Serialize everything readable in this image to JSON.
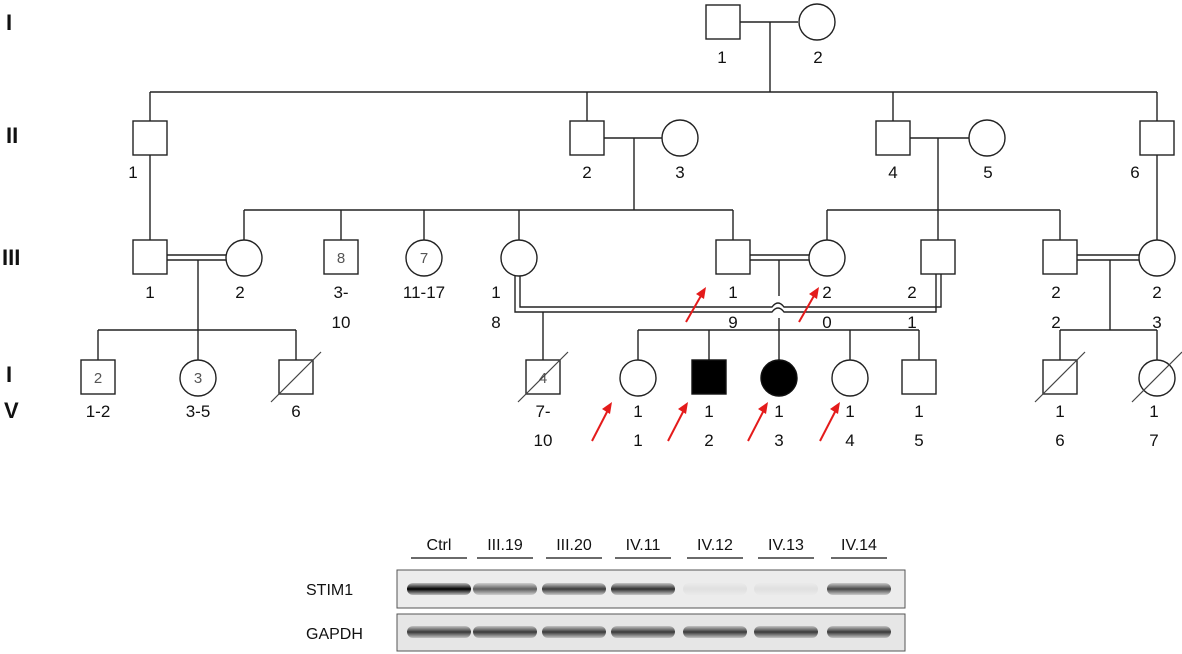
{
  "generations": [
    "I",
    "II",
    "III",
    "I",
    "V"
  ],
  "labels": {
    "I_1": "1",
    "I_2": "2",
    "II_1": "1",
    "II_2": "2",
    "II_3": "3",
    "II_4": "4",
    "II_5": "5",
    "II_6": "6",
    "III_1": "1",
    "III_2": "2",
    "III_3_10": [
      "3-",
      "10"
    ],
    "III_11_17": "11-17",
    "III_18": [
      "1",
      "8"
    ],
    "III_19": [
      "1",
      "9"
    ],
    "III_20": [
      "2",
      "0"
    ],
    "III_21": [
      "2",
      "1"
    ],
    "III_22": [
      "2",
      "2"
    ],
    "III_23": [
      "2",
      "3"
    ],
    "IV_1_2": "1-2",
    "IV_3_5": "3-5",
    "IV_6": "6",
    "IV_7_10": [
      "7-",
      "10"
    ],
    "IV_11": [
      "1",
      "1"
    ],
    "IV_12": [
      "1",
      "2"
    ],
    "IV_13": [
      "1",
      "3"
    ],
    "IV_14": [
      "1",
      "4"
    ],
    "IV_15": [
      "1",
      "5"
    ],
    "IV_16": [
      "1",
      "6"
    ],
    "IV_17": [
      "1",
      "7"
    ]
  },
  "counts": {
    "III_sq": "8",
    "III_ci": "7",
    "IV_sq": "2",
    "IV_ci": "3",
    "IV_dec": "4"
  },
  "blot": {
    "lanes": [
      "Ctrl",
      "III.19",
      "III.20",
      "IV.11",
      "IV.12",
      "IV.13",
      "IV.14"
    ],
    "rows": [
      {
        "name": "STIM1",
        "intensity": [
          1.0,
          0.6,
          0.75,
          0.8,
          0.05,
          0.05,
          0.7
        ]
      },
      {
        "name": "GAPDH",
        "intensity": [
          0.75,
          0.75,
          0.75,
          0.75,
          0.75,
          0.75,
          0.75
        ]
      }
    ]
  },
  "colors": {
    "arrow": "#e41b1b",
    "affected": "#000000"
  }
}
